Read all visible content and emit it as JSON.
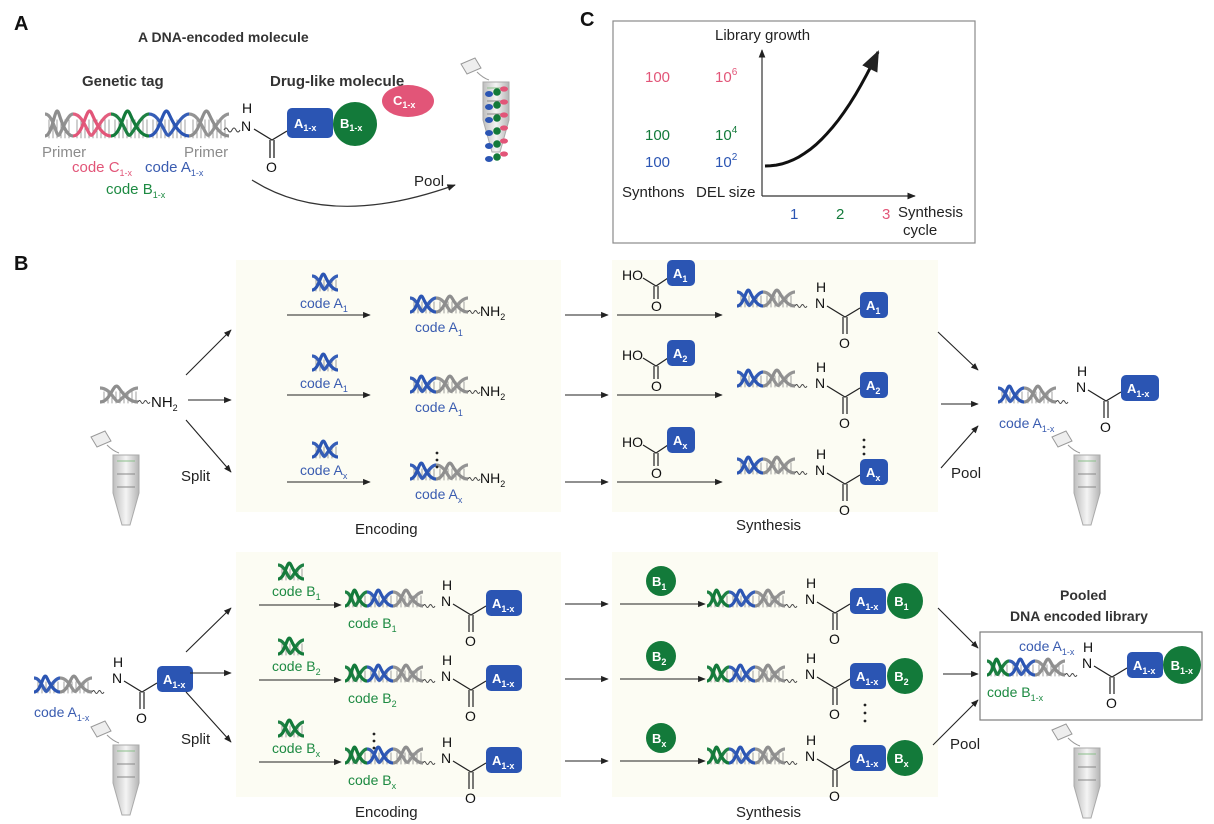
{
  "colors": {
    "blue": "#2b55b3",
    "green": "#137a3a",
    "pink": "#e25578",
    "gray": "#8e8e8e",
    "panel_bg": "#fcfcf5"
  },
  "panel_a": {
    "letter": "A",
    "title": "A DNA-encoded molecule",
    "genetic_tag_label": "Genetic tag",
    "drug_label": "Drug-like molecule",
    "primer_left": "Primer",
    "primer_right": "Primer",
    "code_c": "code C",
    "code_c_sub": "1-x",
    "code_a": "code A",
    "code_a_sub": "1-x",
    "code_b": "code B",
    "code_b_sub": "1-x",
    "atom_h": "H",
    "atom_n": "N",
    "atom_o": "O",
    "block_a": "A",
    "block_a_sub": "1-x",
    "block_b": "B",
    "block_b_sub": "1-x",
    "block_c": "C",
    "block_c_sub": "1-x",
    "pool_label": "Pool"
  },
  "panel_c": {
    "letter": "C",
    "y_axis_label": "Library growth",
    "x_axis_label_1": "Synthesis",
    "x_axis_label_2": "cycle",
    "col_synthons": "Synthons",
    "col_del_size": "DEL size",
    "rows": [
      {
        "synthons": "100",
        "del_base": "10",
        "del_exp": "6",
        "color": "pink"
      },
      {
        "synthons": "100",
        "del_base": "10",
        "del_exp": "4",
        "color": "green"
      },
      {
        "synthons": "100",
        "del_base": "10",
        "del_exp": "2",
        "color": "blue"
      }
    ],
    "cycles": [
      "1",
      "2",
      "3"
    ]
  },
  "chart_data": {
    "type": "line",
    "title": "Library growth",
    "xlabel": "Synthesis cycle",
    "ylabel": "Library growth",
    "categories": [
      "1",
      "2",
      "3"
    ],
    "series": [
      {
        "name": "DEL size",
        "values": [
          100,
          10000,
          1000000
        ]
      }
    ],
    "synthons_per_cycle": [
      100,
      100,
      100
    ],
    "grid": false
  },
  "panel_b": {
    "letter": "B",
    "split_label": "Split",
    "pool_label": "Pool",
    "encoding_label": "Encoding",
    "synthesis_label": "Synthesis",
    "nh2": "NH",
    "nh2_sub": "2",
    "ho": "HO",
    "row1": {
      "codes": [
        {
          "base": "code A",
          "sub": "1"
        },
        {
          "base": "code A",
          "sub": "1"
        },
        {
          "base": "code A",
          "sub": "x"
        }
      ],
      "products": [
        {
          "base": "code A",
          "sub": "1"
        },
        {
          "base": "code A",
          "sub": "1"
        },
        {
          "base": "code A",
          "sub": "x"
        }
      ],
      "acids": [
        {
          "base": "A",
          "sub": "1"
        },
        {
          "base": "A",
          "sub": "2"
        },
        {
          "base": "A",
          "sub": "x"
        }
      ],
      "pooled_code": {
        "base": "code A",
        "sub": "1-x"
      },
      "pooled_block": {
        "base": "A",
        "sub": "1-x"
      }
    },
    "row2": {
      "start_code": {
        "base": "code A",
        "sub": "1-x"
      },
      "start_block": {
        "base": "A",
        "sub": "1-x"
      },
      "codes": [
        {
          "base": "code B",
          "sub": "1"
        },
        {
          "base": "code B",
          "sub": "2"
        },
        {
          "base": "code B",
          "sub": "x"
        }
      ],
      "products": [
        {
          "base": "code B",
          "sub": "1"
        },
        {
          "base": "code B",
          "sub": "2"
        },
        {
          "base": "code B",
          "sub": "x"
        }
      ],
      "blocks_b": [
        {
          "base": "B",
          "sub": "1"
        },
        {
          "base": "B",
          "sub": "2"
        },
        {
          "base": "B",
          "sub": "x"
        }
      ],
      "library_title_1": "Pooled",
      "library_title_2": "DNA encoded library",
      "library_code_a": {
        "base": "code A",
        "sub": "1-x"
      },
      "library_code_b": {
        "base": "code B",
        "sub": "1-x"
      },
      "library_block_a": {
        "base": "A",
        "sub": "1-x"
      },
      "library_block_b": {
        "base": "B",
        "sub": "1-x"
      }
    }
  }
}
